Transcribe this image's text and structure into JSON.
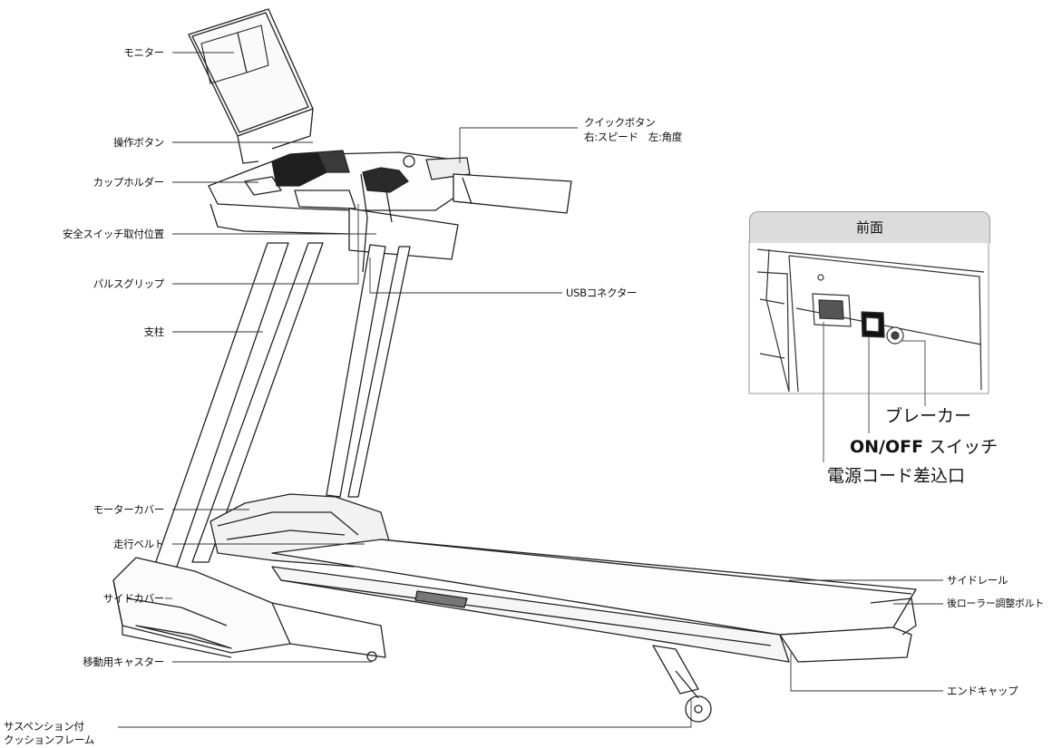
{
  "labels": {
    "monitor": "モニター",
    "control_buttons": "操作ボタン",
    "cup_holder": "カップホルダー",
    "safety_switch": "安全スイッチ取付位置",
    "pulse_grip": "パルスグリップ",
    "upright": "支柱",
    "motor_cover": "モーターカバー",
    "running_belt": "走行ベルト",
    "side_cover": "サイドカバー",
    "casters": "移動用キャスター",
    "suspension_line1": "サスペンション付",
    "suspension_line2": "クッションフレーム",
    "quick_button_title": "クイックボタン",
    "quick_button_sub": "右:スピード　左:角度",
    "usb_connector": "USBコネクター",
    "side_rail": "サイドレール",
    "rear_roller_bolt": "後ローラー調整ボルト",
    "end_cap": "エンドキャップ"
  },
  "inset": {
    "title": "前面",
    "breaker": "ブレーカー",
    "switch_bold": "ON/OFF",
    "switch_rest": " スイッチ",
    "power_inlet": "電源コード差込口"
  }
}
